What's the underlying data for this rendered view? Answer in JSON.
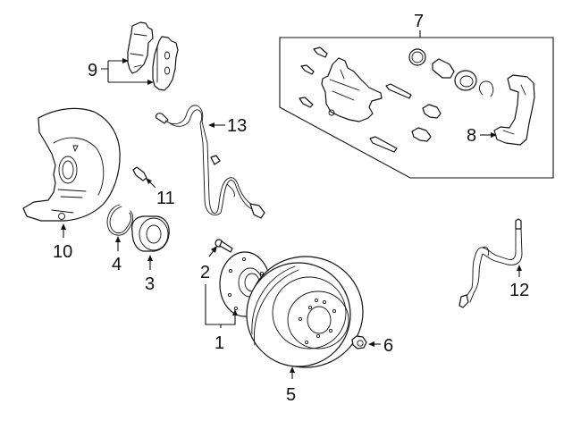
{
  "diagram": {
    "subject": "Front brake assembly parts diagram",
    "callouts": [
      {
        "id": "1",
        "label": "1"
      },
      {
        "id": "2",
        "label": "2"
      },
      {
        "id": "3",
        "label": "3"
      },
      {
        "id": "4",
        "label": "4"
      },
      {
        "id": "5",
        "label": "5"
      },
      {
        "id": "6",
        "label": "6"
      },
      {
        "id": "7",
        "label": "7"
      },
      {
        "id": "8",
        "label": "8"
      },
      {
        "id": "9",
        "label": "9"
      },
      {
        "id": "10",
        "label": "10"
      },
      {
        "id": "11",
        "label": "11"
      },
      {
        "id": "12",
        "label": "12"
      },
      {
        "id": "13",
        "label": "13"
      }
    ],
    "parts": {
      "hub": "hub-assembly",
      "hub_bolt": "hub-bolt",
      "bearing": "wheel-bearing",
      "snap_ring": "snap-ring",
      "rotor": "brake-rotor",
      "nut": "nut",
      "caliper_kit": "caliper-assembly",
      "caliper_support": "caliper-support",
      "pads": "brake-pads",
      "splash_shield": "splash-shield",
      "shield_bolt": "shield-bolt",
      "brake_hose": "brake-hose",
      "abs_sensor": "abs-sensor"
    }
  }
}
